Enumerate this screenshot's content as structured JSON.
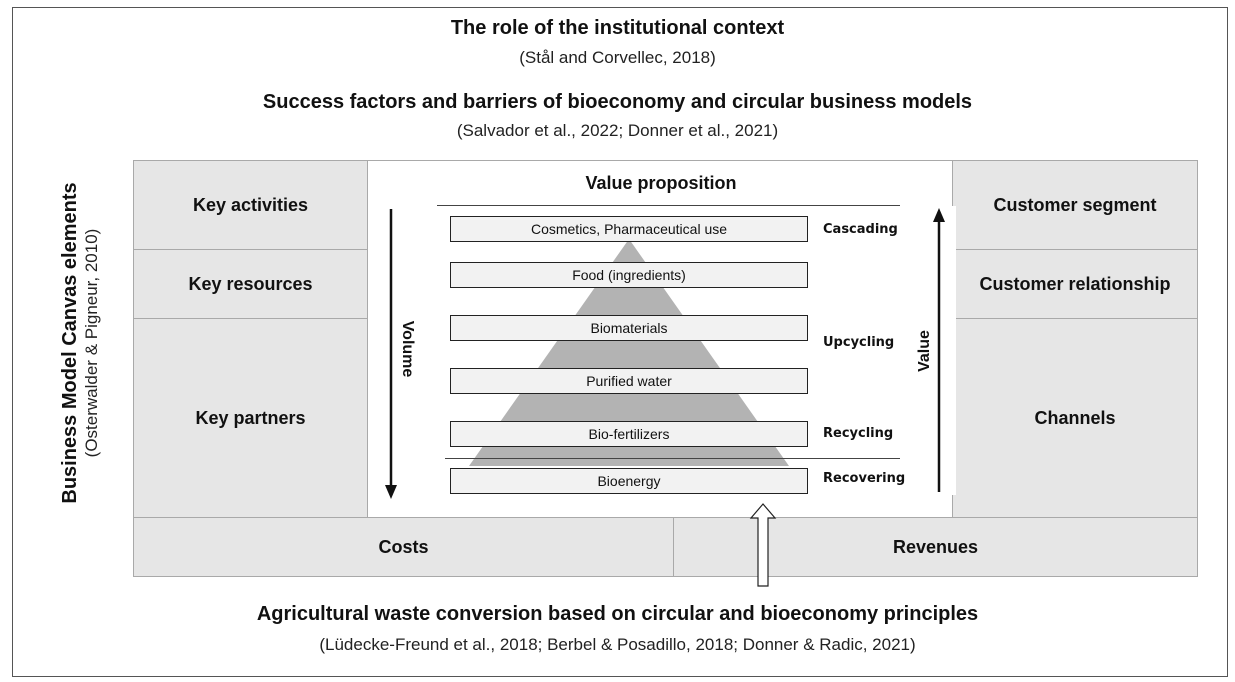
{
  "heading1": {
    "title": "The role of the institutional context",
    "citation": "(Stål and Corvellec, 2018)"
  },
  "heading2": {
    "title": "Success factors and barriers of bioeconomy and circular business models",
    "citation": "(Salvador et al., 2022; Donner et al., 2021)"
  },
  "side_label": {
    "title": "Business Model Canvas elements",
    "citation": "(Osterwalder & Pigneur, 2010)"
  },
  "canvas": {
    "key_activities": "Key activities",
    "key_resources": "Key resources",
    "key_partners": "Key partners",
    "value_proposition": "Value proposition",
    "customer_segment": "Customer segment",
    "customer_relationship": "Customer relationship",
    "channels": "Channels",
    "costs": "Costs",
    "revenues": "Revenues"
  },
  "pyramid": {
    "tiers": [
      "Cosmetics, Pharmaceutical use",
      "Food (ingredients)",
      "Biomaterials",
      "Purified water",
      "Bio-fertilizers",
      "Bioenergy"
    ],
    "labels": [
      "Cascading",
      "Upcycling",
      "Recycling",
      "Recovering"
    ],
    "volume_label": "Volume",
    "value_label": "Value"
  },
  "footer": {
    "title": "Agricultural waste conversion based on circular and bioeconomy principles",
    "citation": "(Lüdecke-Freund et al., 2018; Berbel & Posadillo, 2018; Donner & Radic, 2021)"
  },
  "colors": {
    "cell_fill": "#e6e6e6",
    "pyramid_fill": "#b3b3b3",
    "border": "#a9a9a9"
  }
}
